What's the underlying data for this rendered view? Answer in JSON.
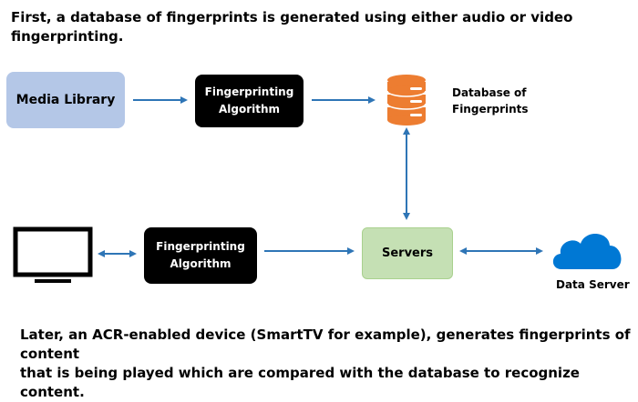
{
  "captions": {
    "top_line1": "First, a database of fingerprints is generated using either audio or video",
    "top_line2": "fingerprinting.",
    "bottom_line1": "Later, an ACR-enabled device (SmartTV for example), generates fingerprints of content",
    "bottom_line2": "that is being played which are compared with the database to recognize content."
  },
  "nodes": {
    "media_library": "Media Library",
    "algorithm_top": "Fingerprinting Algorithm",
    "database_line1": "Database of",
    "database_line2": "Fingerprints",
    "algorithm_bottom": "Fingerprinting Algorithm",
    "servers": "Servers",
    "data_server": "Data Server"
  },
  "colors": {
    "arrow": "#2e75b6",
    "media_library_fill": "#b4c7e7",
    "servers_fill": "#c5e0b4",
    "database_fill": "#ed7d31",
    "cloud_fill": "#0078d4"
  },
  "icons": {
    "database": "database-cylinder-icon",
    "tv": "tv-monitor-icon",
    "cloud": "cloud-icon"
  }
}
